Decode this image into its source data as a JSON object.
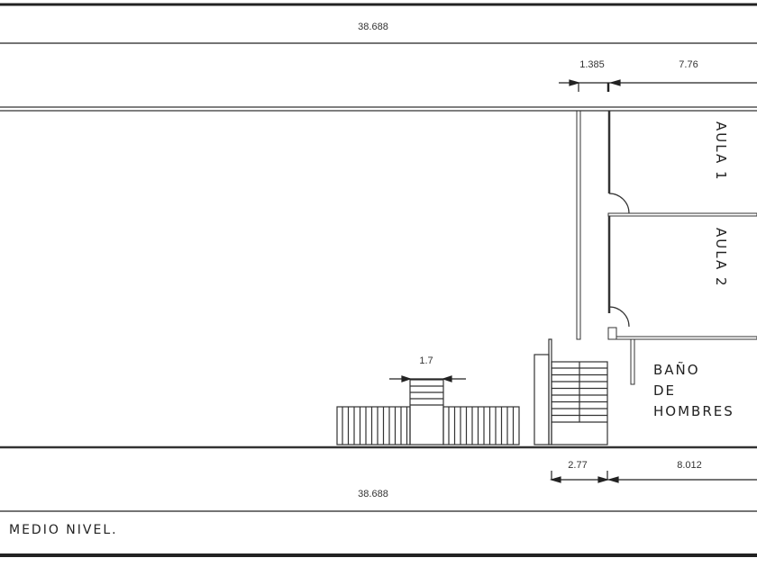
{
  "drawing": {
    "dimensions": {
      "total_top": "38.688",
      "corridor_width": "1.385",
      "aula_width": "7.76",
      "ramp_width": "1.7",
      "stair_width": "2.77",
      "bath_width": "8.012",
      "total_bottom": "38.688"
    },
    "rooms": {
      "aula1": "AULA 1",
      "aula2": "AULA 2",
      "bath_line1": "BAÑO",
      "bath_line2": "DE",
      "bath_line3": "HOMBRES"
    },
    "caption": "MEDIO NIVEL."
  }
}
